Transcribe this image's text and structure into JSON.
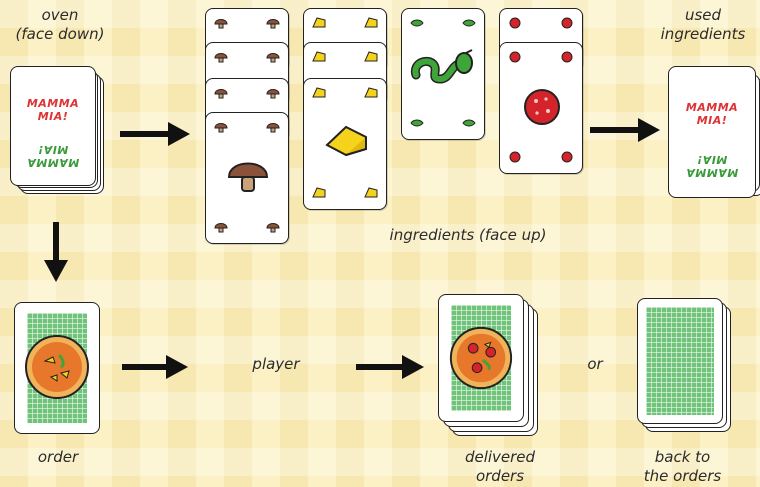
{
  "labels": {
    "oven": "oven\n(face down)",
    "used": "used\ningredients",
    "ingredients": "ingredients (face up)",
    "order": "order",
    "player": "player",
    "or": "or",
    "delivered": "delivered\norders",
    "back": "back to\nthe orders"
  },
  "logo": {
    "text": "MAMMA MIA!"
  },
  "colors": {
    "background": "#fbf1c4",
    "mushroom": "#8a5238",
    "cheese": "#f5d31c",
    "pepper": "#3fa53a",
    "salami": "#d4232a",
    "order_green": "#6fc47a"
  },
  "ingredient_stacks": [
    {
      "name": "mushroom",
      "icon": "mushroom-icon",
      "cards": 4
    },
    {
      "name": "cheese",
      "icon": "cheese-icon",
      "cards": 3
    },
    {
      "name": "pepper",
      "icon": "pepper-icon",
      "cards": 1
    },
    {
      "name": "salami",
      "icon": "salami-icon",
      "cards": 2
    }
  ]
}
